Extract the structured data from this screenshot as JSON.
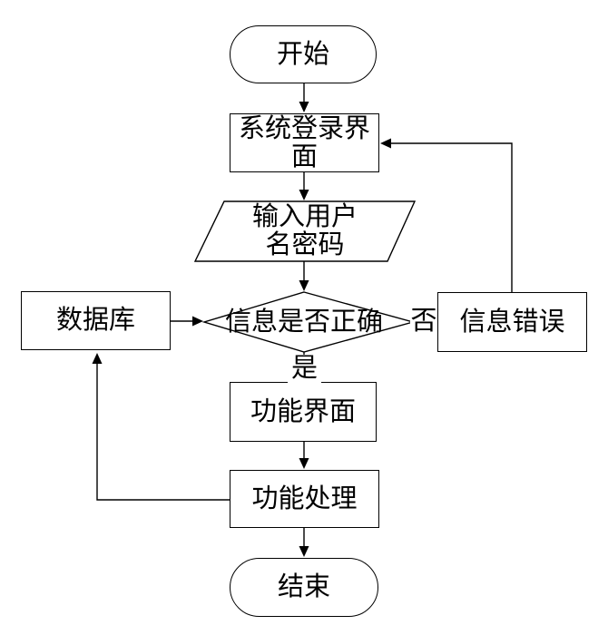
{
  "flowchart": {
    "nodes": {
      "start": {
        "label": "开始",
        "shape": "terminator"
      },
      "login": {
        "label": "系统登录界面",
        "lines": [
          "系统登录界",
          "面"
        ],
        "shape": "process"
      },
      "input": {
        "label": "输入用户名密码",
        "lines": [
          "输入用户",
          "名密码"
        ],
        "shape": "data-parallelogram"
      },
      "decision": {
        "label": "信息是否正确",
        "shape": "decision-diamond"
      },
      "database": {
        "label": "数据库",
        "shape": "process"
      },
      "error": {
        "label": "信息错误",
        "shape": "process"
      },
      "function_ui": {
        "label": "功能界面",
        "shape": "process"
      },
      "function_process": {
        "label": "功能处理",
        "shape": "process"
      },
      "end": {
        "label": "结束",
        "shape": "terminator"
      }
    },
    "edge_labels": {
      "no": "否",
      "yes": "是"
    },
    "colors": {
      "stroke": "#000000",
      "fill": "#ffffff",
      "text": "#000000",
      "background": "#ffffff"
    }
  }
}
